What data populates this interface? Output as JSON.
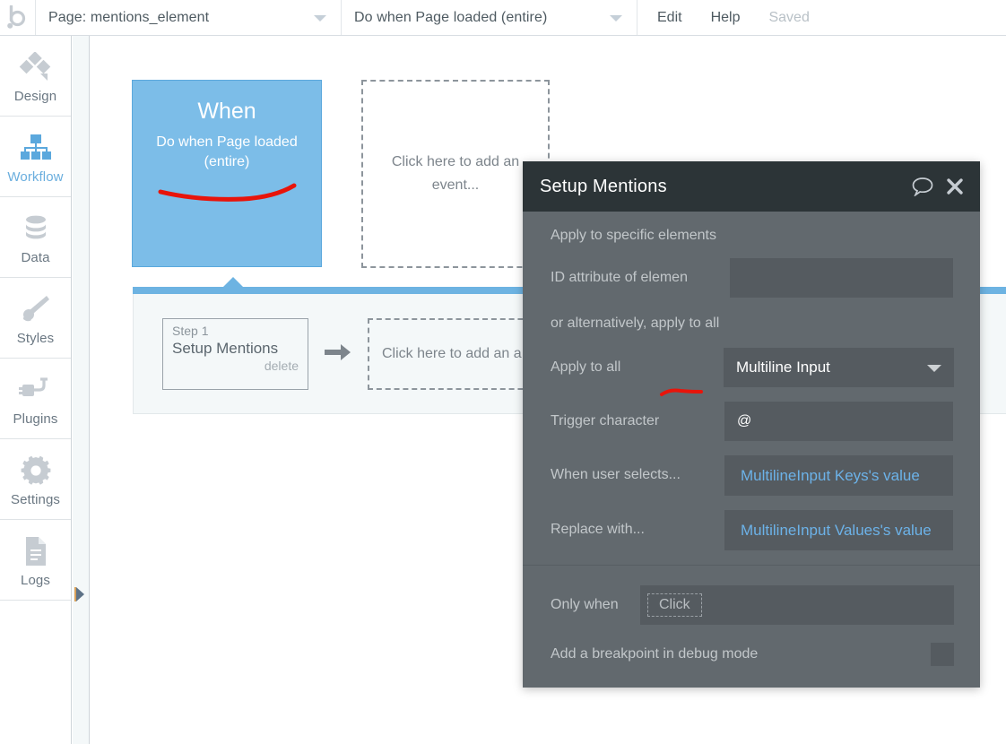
{
  "topbar": {
    "logo": "bubble-logo",
    "page_select": {
      "label": "Page: mentions_element",
      "caret": "chevron-down-icon"
    },
    "event_select": {
      "label": "Do when Page loaded (entire)",
      "caret": "chevron-down-icon"
    },
    "edit": "Edit",
    "help": "Help",
    "status": "Saved"
  },
  "sidebar": {
    "items": [
      {
        "label": "Design",
        "icon": "design-icon",
        "active": false
      },
      {
        "label": "Workflow",
        "icon": "workflow-icon",
        "active": true
      },
      {
        "label": "Data",
        "icon": "data-icon",
        "active": false
      },
      {
        "label": "Styles",
        "icon": "styles-icon",
        "active": false
      },
      {
        "label": "Plugins",
        "icon": "plugins-icon",
        "active": false
      },
      {
        "label": "Settings",
        "icon": "settings-icon",
        "active": false
      },
      {
        "label": "Logs",
        "icon": "logs-icon",
        "active": false
      }
    ],
    "expand_icon": "expand-right-arrow-icon"
  },
  "canvas": {
    "when_card": {
      "title": "When",
      "subtitle": "Do when Page loaded (entire)",
      "color": "#7cbde8",
      "annotation": "red-underline-scribble"
    },
    "add_event_box": {
      "text": "Click here to add an event..."
    },
    "step_panel": {
      "step": {
        "number_label": "Step 1",
        "name": "Setup Mentions",
        "delete_label": "delete"
      },
      "arrow_icon": "arrow-right-icon",
      "add_action_box": {
        "text": "Click here to add an a"
      },
      "bar_color": "#6db3e2"
    }
  },
  "dialog": {
    "title": "Setup Mentions",
    "header_icons": [
      "comment-icon",
      "close-icon"
    ],
    "specific_elements_text": "Apply to specific elements",
    "id_attribute": {
      "label": "ID attribute of elemen",
      "value": ""
    },
    "alternative_text": "or alternatively, apply to all",
    "apply_to_all": {
      "label": "Apply to all",
      "value": "Multiline Input",
      "caret": "chevron-down-icon",
      "annotation": "red-underline-scribble"
    },
    "trigger_character": {
      "label": "Trigger character",
      "value": "@"
    },
    "when_user_selects": {
      "label": "When user selects...",
      "value": "MultilineInput Keys's value"
    },
    "replace_with": {
      "label": "Replace with...",
      "value": "MultilineInput Values's value"
    },
    "only_when": {
      "label": "Only when",
      "chip": "Click"
    },
    "breakpoint": {
      "label": "Add a breakpoint in debug mode",
      "checked": false
    },
    "accent_color": "#6cb2e8",
    "header_color": "#2c3437",
    "body_color": "#62696e"
  }
}
